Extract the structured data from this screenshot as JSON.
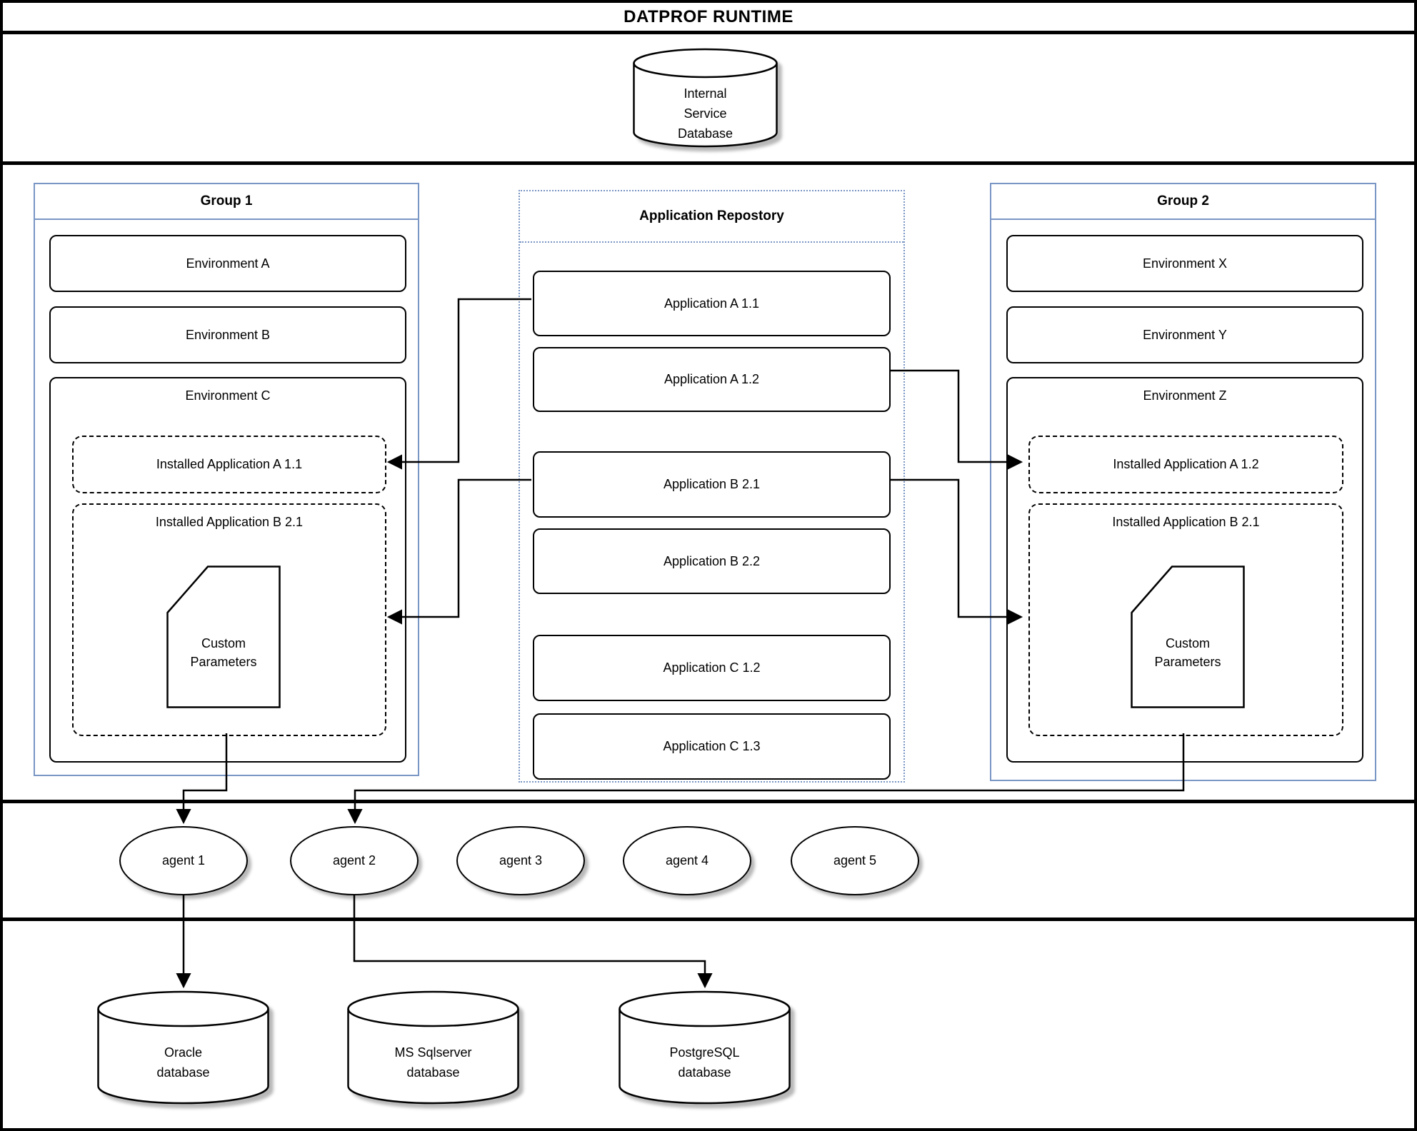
{
  "title": "DATPROF RUNTIME",
  "internal_service_db": {
    "line1": "Internal",
    "line2": "Service",
    "line3": "Database"
  },
  "group1": {
    "title": "Group 1",
    "env_a": "Environment A",
    "env_b": "Environment B",
    "env_c": "Environment C",
    "installed_app_a": "Installed Application A 1.1",
    "installed_app_b": "Installed Application B 2.1",
    "custom_parameters": "Custom Parameters"
  },
  "repository": {
    "title": "Application Repostory",
    "app_a11": "Application A 1.1",
    "app_a12": "Application A 1.2",
    "app_b21": "Application B 2.1",
    "app_b22": "Application B 2.2",
    "app_c12": "Application C 1.2",
    "app_c13": "Application C 1.3"
  },
  "group2": {
    "title": "Group 2",
    "env_x": "Environment X",
    "env_y": "Environment Y",
    "env_z": "Environment Z",
    "installed_app_a": "Installed Application A 1.2",
    "installed_app_b": "Installed Application B 2.1",
    "custom_parameters": "Custom Parameters"
  },
  "agents": [
    "agent 1",
    "agent 2",
    "agent 3",
    "agent 4",
    "agent 5"
  ],
  "databases": {
    "oracle": {
      "line1": "Oracle",
      "line2": "database"
    },
    "mssql": {
      "line1": "MS Sqlserver",
      "line2": "database"
    },
    "postgres": {
      "line1": "PostgreSQL",
      "line2": "database"
    }
  },
  "colors": {
    "group_border": "#7a96c4",
    "line": "#000000"
  }
}
